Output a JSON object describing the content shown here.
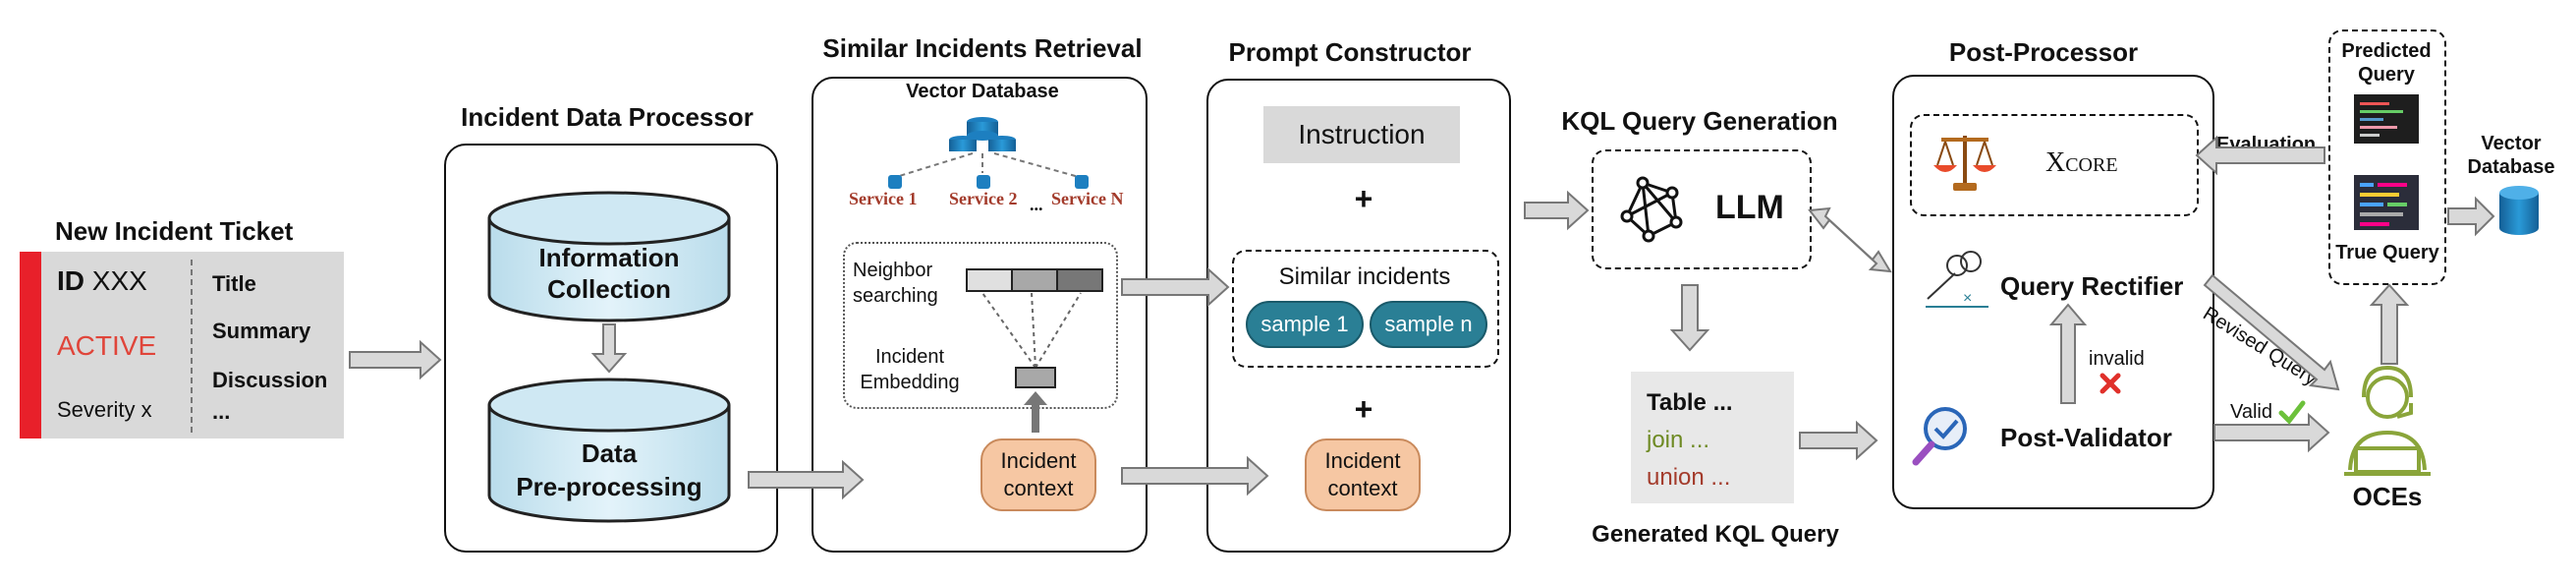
{
  "ticket": {
    "title": "New Incident Ticket",
    "id_label": "ID",
    "id_value": "XXX",
    "status": "ACTIVE",
    "severity": "Severity x",
    "fields": [
      "Title",
      "Summary",
      "Discussion",
      "..."
    ]
  },
  "processor": {
    "title": "Incident Data Processor",
    "info_collection": "Information Collection",
    "preprocessing_line1": "Data",
    "preprocessing_line2": "Pre-processing"
  },
  "retrieval": {
    "title": "Similar Incidents Retrieval",
    "vector_db": "Vector Database",
    "service_1": "Service 1",
    "service_2": "Service 2",
    "service_ellipsis": "...",
    "service_n": "Service N",
    "neighbor_line1": "Neighbor",
    "neighbor_line2": "searching",
    "embedding_line1": "Incident",
    "embedding_line2": "Embedding",
    "context_line1": "Incident",
    "context_line2": "context"
  },
  "prompt": {
    "title": "Prompt Constructor",
    "instruction": "Instruction",
    "plus1": "+",
    "similar": "Similar incidents",
    "sample1": "sample 1",
    "samplen": "sample n",
    "plus2": "+",
    "context_line1": "Incident",
    "context_line2": "context"
  },
  "generation": {
    "title": "KQL Query Generation",
    "llm": "LLM",
    "generated_title": "Generated KQL Query",
    "query_line1": "Table ...",
    "query_line2": "join ...",
    "query_line3": "union ..."
  },
  "post": {
    "title": "Post-Processor",
    "xcore": "Xcore",
    "rectifier": "Query Rectifier",
    "validator": "Post-Validator",
    "invalid": "invalid",
    "valid": "Valid",
    "revised": "Revised Query",
    "evaluation": "Evaluation"
  },
  "right": {
    "predicted_line1": "Predicted",
    "predicted_line2": "Query",
    "true_query": "True Query",
    "vector_db_line1": "Vector",
    "vector_db_line2": "Database",
    "oces": "OCEs"
  },
  "colors": {
    "ticket_accent": "#e8202a",
    "active_red": "#e0453a",
    "cylinder_fill": "#cfe8f3",
    "pill_teal": "#2a7f95",
    "peach": "#f6c7a3",
    "db_blue": "#1d7fc0",
    "oce_green": "#8aa53a",
    "check_green": "#6cc13b",
    "cross_red": "#e0302a"
  }
}
